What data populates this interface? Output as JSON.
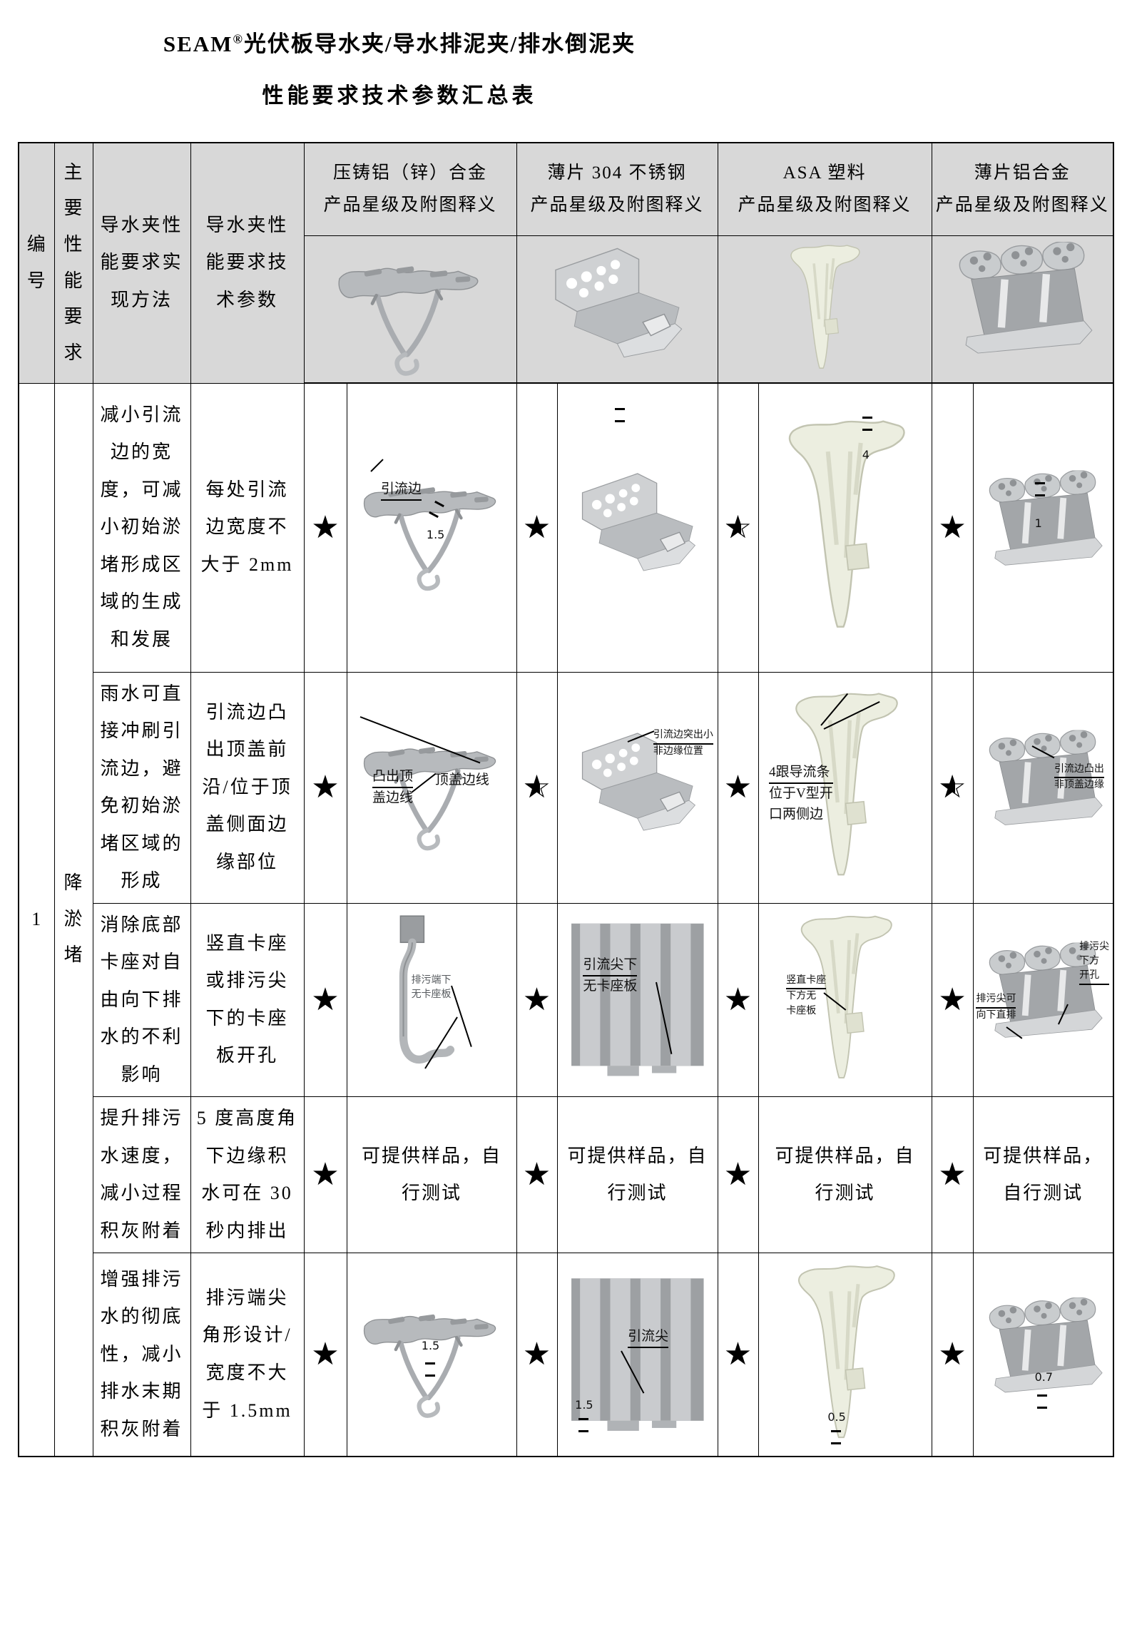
{
  "title": {
    "brand": "SEAM",
    "reg": "®",
    "rest": "光伏板导水夹/导水排泥夹/排水倒泥夹",
    "line2": "性能要求技术参数汇总表"
  },
  "header": {
    "no": "编号",
    "requirement": "主要性能要求",
    "method": "导水夹性能要求实现方法",
    "param": "导水夹性能要求技术参数",
    "materials": [
      {
        "name": "压铸铝（锌）合金",
        "sub": "产品星级及附图释义",
        "figure": "diecast-clip"
      },
      {
        "name": "薄片 304 不锈钢",
        "sub": "产品星级及附图释义",
        "figure": "stainless-clip"
      },
      {
        "name": "ASA 塑料",
        "sub": "产品星级及附图释义",
        "figure": "asa-clip"
      },
      {
        "name": "薄片铝合金",
        "sub": "产品星级及附图释义",
        "figure": "alu-clip"
      }
    ]
  },
  "row_group": {
    "no": "1",
    "requirement": "降淤堵"
  },
  "rows": [
    {
      "method": "减小引流边的宽度，可减小初始淤堵形成区域的生成和发展",
      "param": "每处引流边宽度不大于 2mm",
      "cells": [
        {
          "star": "full",
          "figure": "diecast-clip",
          "callout1": {
            "l1": "引流边"
          },
          "dim": "1.5"
        },
        {
          "star": "full",
          "figure": "stainless-clip"
        },
        {
          "star": "half",
          "figure": "asa-clip",
          "dim": "4"
        },
        {
          "star": "full",
          "figure": "alu-clip",
          "dim": "1"
        }
      ]
    },
    {
      "method": "雨水可直接冲刷引流边，避免初始淤堵区域的形成",
      "param": "引流边凸出顶盖前沿/位于顶盖侧面边缘部位",
      "cells": [
        {
          "star": "full",
          "figure": "diecast-clip",
          "callout1": {
            "l1": "凸出顶",
            "l2": "盖边线"
          },
          "callout2": {
            "l1": "顶盖边线"
          }
        },
        {
          "star": "half",
          "figure": "stainless-clip",
          "callout1": {
            "l1": "引流边突出小",
            "l2": "非边缘位置"
          }
        },
        {
          "star": "full",
          "figure": "asa-clip",
          "callout1": {
            "l1": "4跟导流条",
            "l2": "位于V型开",
            "l3": "口两侧边"
          }
        },
        {
          "star": "half",
          "figure": "alu-clip",
          "callout1": {
            "l1": "引流边凸出",
            "l2": "非顶盖边缘"
          }
        }
      ]
    },
    {
      "method": "消除底部卡座对自由向下排水的不利影响",
      "param": "竖直卡座或排污尖下的卡座板开孔",
      "cells": [
        {
          "star": "full",
          "figure": "hook-clip",
          "callout1": {
            "l1": "排污端下",
            "l2": "无卡座板"
          }
        },
        {
          "star": "full",
          "figure": "corrugated-panel",
          "callout1": {
            "l1": "引流尖下",
            "l2": "无卡座板"
          }
        },
        {
          "star": "full",
          "figure": "asa-clip",
          "callout1": {
            "l1": "竖直卡座",
            "l2": "下方无",
            "l3": "卡座板"
          }
        },
        {
          "star": "full",
          "figure": "alu-clip",
          "callout1": {
            "l1": "排污尖可",
            "l2": "向下直排"
          },
          "callout2": {
            "l1": "排污尖",
            "l2": "下方",
            "l3": "开孔"
          }
        }
      ]
    },
    {
      "method": "提升排污水速度，减小过程积灰附着",
      "param": "5 度高度角下边缘积水可在 30 秒内排出",
      "cells": [
        {
          "star": "full",
          "note": "可提供样品，自行测试"
        },
        {
          "star": "full",
          "note": "可提供样品，自行测试"
        },
        {
          "star": "full",
          "note": "可提供样品，自行测试"
        },
        {
          "star": "full",
          "note": "可提供样品，自行测试"
        }
      ]
    },
    {
      "method": "增强排污水的彻底性，减小排水末期积灰附着",
      "param": "排污端尖角形设计/宽度不大于 1.5mm",
      "cells": [
        {
          "star": "full",
          "figure": "diecast-clip",
          "dim": "1.5"
        },
        {
          "star": "full",
          "figure": "corrugated-panel",
          "callout1": {
            "l1": "引流尖"
          },
          "dim": "1.5"
        },
        {
          "star": "full",
          "figure": "asa-clip",
          "dim": "0.5"
        },
        {
          "star": "full",
          "figure": "alu-clip",
          "dim": "0.7"
        }
      ]
    }
  ]
}
